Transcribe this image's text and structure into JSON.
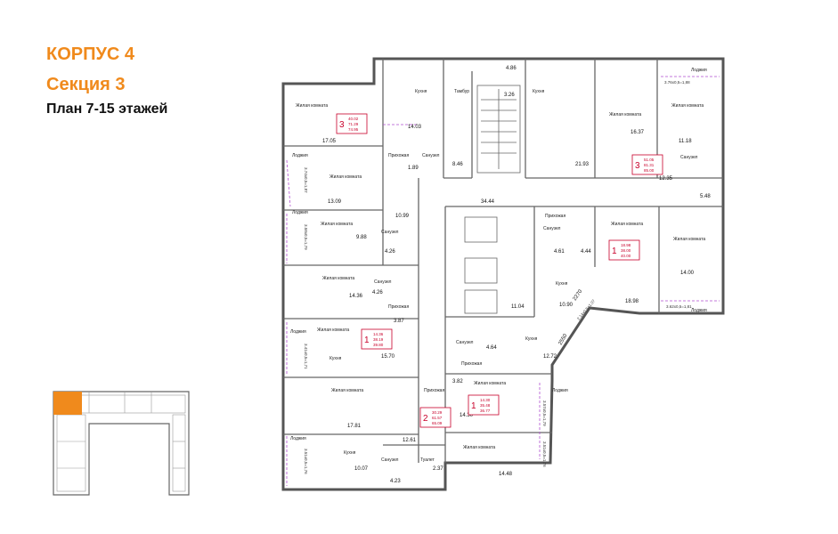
{
  "header": {
    "building": "КОРПУС 4",
    "section": "Секция 3",
    "plan": "План 7-15 этажей"
  },
  "colors": {
    "accent": "#f08a1c",
    "apartment_border": "#c8002a",
    "wall": "#555555",
    "divider": "#b04fd0"
  },
  "room_labels": {
    "living": "Жилая комната",
    "kitchen": "Кухня",
    "hall": "Прихожая",
    "bath": "Санузел",
    "vestibule": "Тамбур",
    "toilet": "Туалет",
    "loggia": "Лоджия"
  },
  "areas": [
    "17.05",
    "14.03",
    "4.86",
    "3.26",
    "8.46",
    "21.93",
    "16.37",
    "11.18",
    "3.76х0,5=1,88",
    "13.09",
    "1.89",
    "12.35",
    "5.48",
    "10.99",
    "34.44",
    "9.88",
    "4.26",
    "4.26",
    "4.61",
    "4.44",
    "14.36",
    "11.04",
    "10.90",
    "14.00",
    "18.98",
    "3.87",
    "4.64",
    "15.70",
    "12.72",
    "3.82",
    "14.30",
    "17.81",
    "12.61",
    "10.07",
    "4.23",
    "2.37",
    "14.48",
    "3.74х0,5=1,87",
    "3.58х0,5=1,79",
    "3.41х0,5=1,71",
    "3.51х0,5=1,76",
    "3.62х0,5=1,81",
    "2.14х0,5=1,07",
    "3.57х0,5=1,79",
    "3.51х0,5=1,76",
    "2270",
    "2550"
  ],
  "apartments": [
    {
      "rooms": "3",
      "a": "40.02",
      "b": "71.29",
      "c": "74.95"
    },
    {
      "rooms": "3",
      "a": "51.05",
      "b": "81.31",
      "c": "85.00"
    },
    {
      "rooms": "1",
      "a": "18.98",
      "b": "38.00",
      "c": "40.00"
    },
    {
      "rooms": "1",
      "a": "14.36",
      "b": "38.19",
      "c": "39.80"
    },
    {
      "rooms": "1",
      "a": "14.30",
      "b": "35.48",
      "c": "36.77"
    },
    {
      "rooms": "2",
      "a": "30.29",
      "b": "61.57",
      "c": "65.09"
    }
  ]
}
